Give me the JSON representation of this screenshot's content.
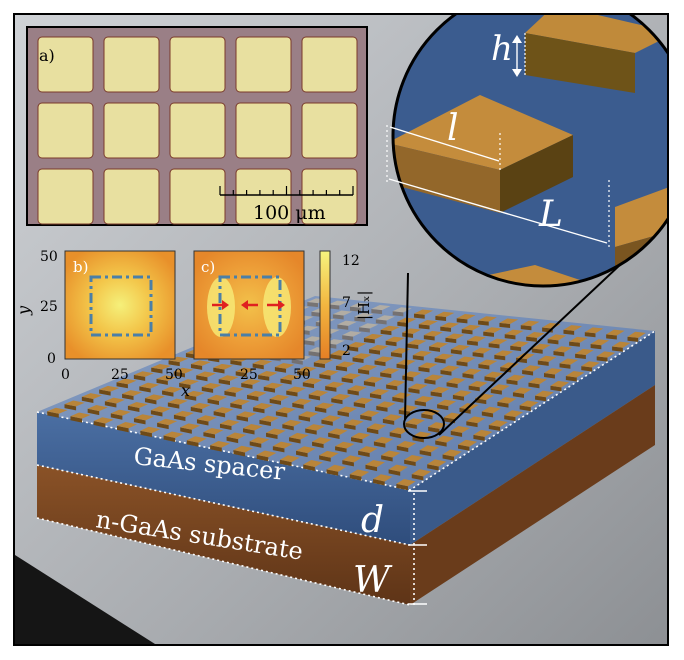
{
  "panels": {
    "a_label": "a)",
    "b_label": "b)",
    "c_label": "c)"
  },
  "scale_bar": {
    "label": "100 μm"
  },
  "layers": {
    "spacer": "GaAs spacer",
    "substrate": "n-GaAs substrate",
    "spacer_symbol": "d",
    "substrate_symbol": "W"
  },
  "zoom": {
    "h_symbol": "h",
    "l_symbol": "l",
    "L_symbol": "L"
  },
  "field_maps": {
    "y_axis_label": "y",
    "x_axis_label": "x",
    "y_ticks": [
      "50",
      "25",
      "0"
    ],
    "x_ticks_b": [
      "0",
      "25",
      "50"
    ],
    "x_ticks_c": [
      "25",
      "50"
    ],
    "colorbar_ticks": [
      "12",
      "7",
      "2"
    ],
    "colorbar_label": "|Hₓ|"
  },
  "colors": {
    "spacer": "#3f5f8f",
    "substrate": "#7a4520",
    "patch": "#b9853a",
    "micro_pad": "#e8e0a0",
    "dashed_box": "#4a7fa8",
    "arrow": "#e02020"
  }
}
